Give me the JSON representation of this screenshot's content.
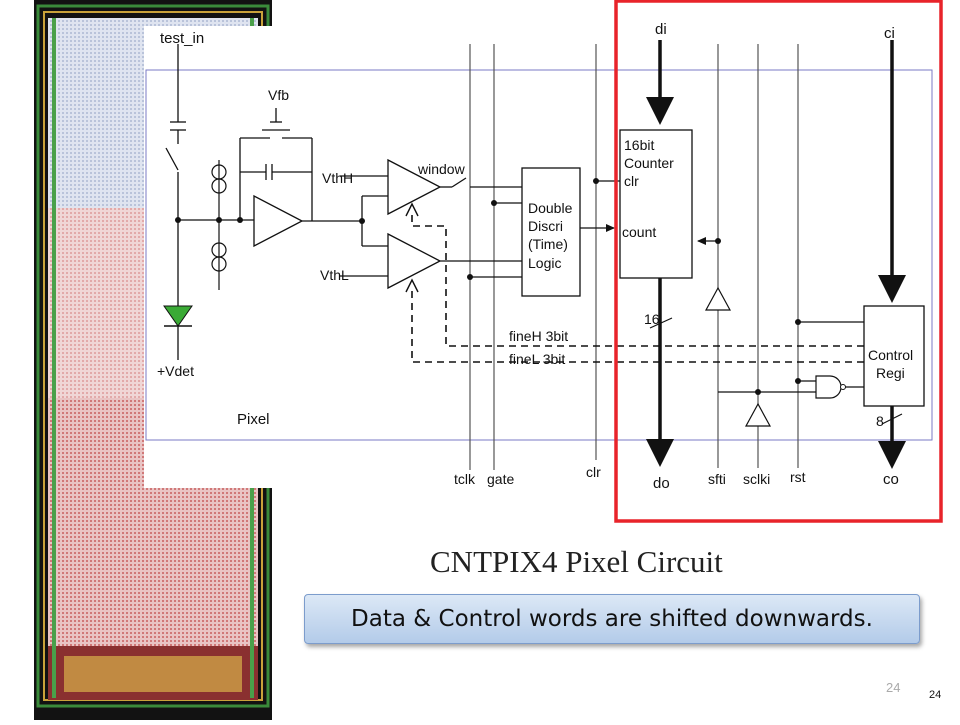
{
  "slide": {
    "title": "CNTPIX4 Pixel Circuit",
    "callout": "Data & Control words are shifted downwards.",
    "page_number_left": "24",
    "page_number_right": "24"
  },
  "diagram": {
    "pixel_label": "Pixel",
    "input_test": "test_in",
    "vfb": "Vfb",
    "vth_high": "VthH",
    "vth_low": "VthL",
    "window": "window",
    "vdet": "+Vdet",
    "logic_block": [
      "Double",
      "Discri",
      "(Time)",
      "Logic"
    ],
    "counter_block": [
      "16bit",
      "Counter",
      "clr",
      "count"
    ],
    "control_block": [
      "Control",
      "Regi"
    ],
    "fine_high": "fineH 3bit",
    "fine_low": "fineL 3bit",
    "bus_16": "16",
    "bus_8": "8",
    "top_signals": {
      "di": "di",
      "ci": "ci"
    },
    "bottom_signals": {
      "tclk": "tclk",
      "gate": "gate",
      "clr": "clr",
      "do": "do",
      "sfti": "sfti",
      "sclki": "sclki",
      "rst": "rst",
      "co": "co"
    }
  },
  "colors": {
    "highlight_box": "#e8232a",
    "pixel_frame": "#7a7ac6",
    "diode": "#3aaa35",
    "callout_fill": "#c6d9f0",
    "layout_background": "#121212"
  }
}
